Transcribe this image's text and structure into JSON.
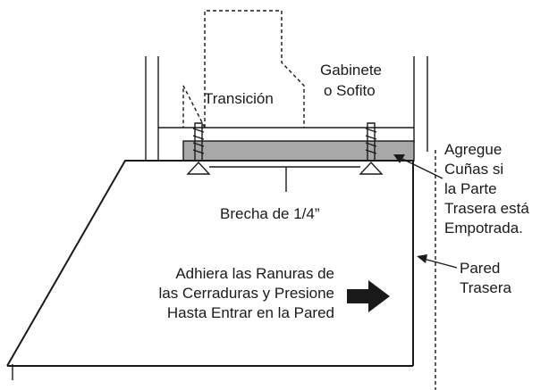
{
  "labels": {
    "transition": "Transición",
    "cabinet": [
      "Gabinete",
      "o Sofito"
    ],
    "shims": [
      "Agregue",
      "Cuñas si",
      "la Parte",
      "Trasera está",
      "Empotrada."
    ],
    "gap": "Brecha de 1/4”",
    "instruction": [
      "Adhiera las Ranuras de",
      "las Cerraduras y Presione",
      "Hasta Entrar en la Pared"
    ],
    "back_wall": [
      "Pared",
      "Trasera"
    ]
  },
  "colors": {
    "line": "#1a1a1a",
    "mount_bar": "#a8a8a8",
    "arrow": "#1a1a1a"
  },
  "icons": {
    "push": "right-arrow-icon",
    "screw": "screw-icon"
  }
}
